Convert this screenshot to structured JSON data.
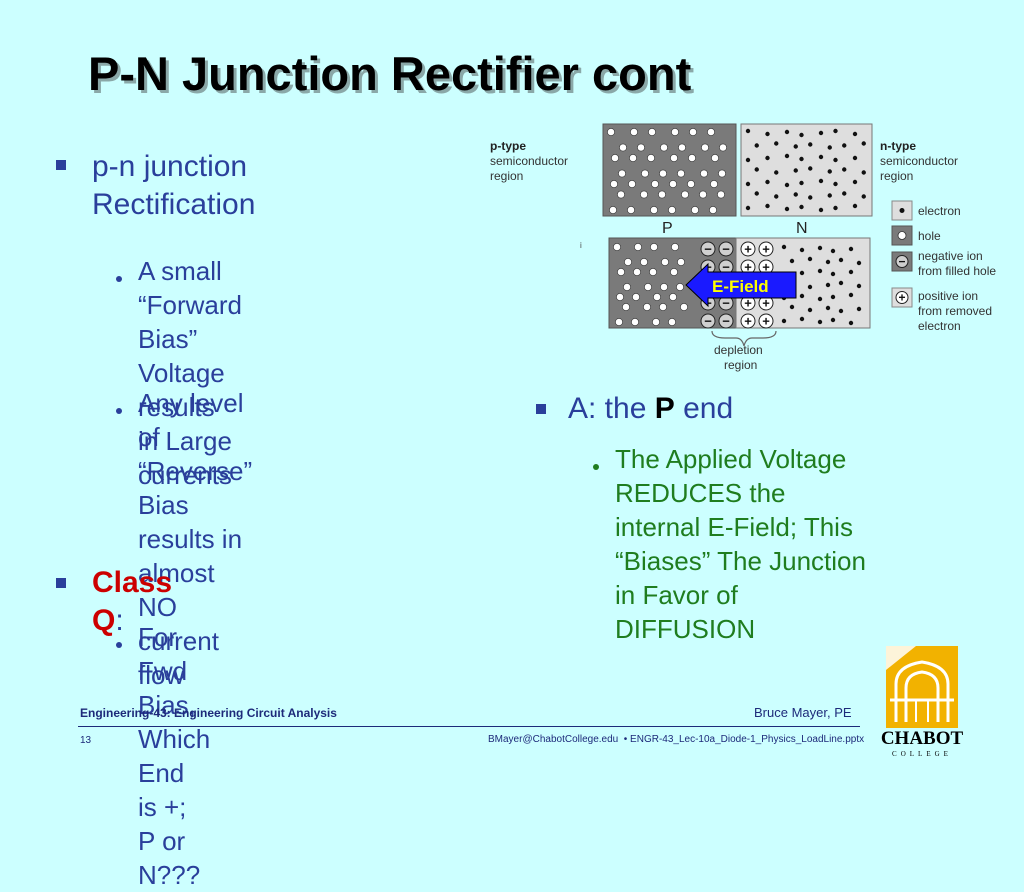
{
  "slide": {
    "title": "P-N Junction Rectifier cont",
    "left": {
      "bullet1": {
        "line1": "p-n junction",
        "line2": "Rectification"
      },
      "sub1": {
        "line1": "A small “Forward",
        "line2": "Bias” Voltage results",
        "line3": "in Large currents"
      },
      "sub2": {
        "line1": "Any level of",
        "line2": "“Reverse” Bias",
        "line3": "results in almost NO",
        "line4": "current flow"
      },
      "bullet2": {
        "emph": "Class Q",
        "colon": ":"
      },
      "sub3": {
        "line1": "For Fwd Bias, Which",
        "line2": "End is +; P or N???"
      }
    },
    "right": {
      "bullet": {
        "pre": "A: the ",
        "emph": "P",
        "post": " end"
      },
      "sub": {
        "line1": "The Applied Voltage",
        "line2": "REDUCES the",
        "line3": "internal E-Field; This",
        "line4": "“Biases” The Junction",
        "line5": "in Favor of",
        "line6": "DIFFUSION"
      }
    },
    "diagram": {
      "ptype_bold": "p-type",
      "ptype_l2": "semiconductor",
      "ptype_l3": "region",
      "ntype_bold": "n-type",
      "ntype_l2": "semiconductor",
      "ntype_l3": "region",
      "label_p": "P",
      "label_n": "N",
      "efield": "E-Field",
      "depletion_l1": "depletion",
      "depletion_l2": "region",
      "legend_electron": "electron",
      "legend_hole": "hole",
      "legend_neg_l1": "negative ion",
      "legend_neg_l2": "from filled hole",
      "legend_pos_l1": "positive ion",
      "legend_pos_l2": "from removed",
      "legend_pos_l3": "electron",
      "sign_minus": "−",
      "sign_plus": "+",
      "tick_mark": "i"
    },
    "footer": {
      "course": "Engineering-43: Engineering Circuit Analysis",
      "author": "Bruce Mayer, PE",
      "page": "13",
      "file": "BMayer@ChabotCollege.edu  • ENGR-43_Lec-10a_Diode-1_Physics_LoadLine.pptx"
    },
    "logo": {
      "name": "CHABOT",
      "sub": "COLLEGE"
    },
    "colors": {
      "background": "#ccffff",
      "text_blue": "#2a3f9b",
      "text_green": "#1f7d1f",
      "emphasis_red": "#cc0000",
      "efield_blue": "#1a1aff",
      "efield_text": "#ffff00",
      "logo_gold": "#f2b200"
    }
  }
}
